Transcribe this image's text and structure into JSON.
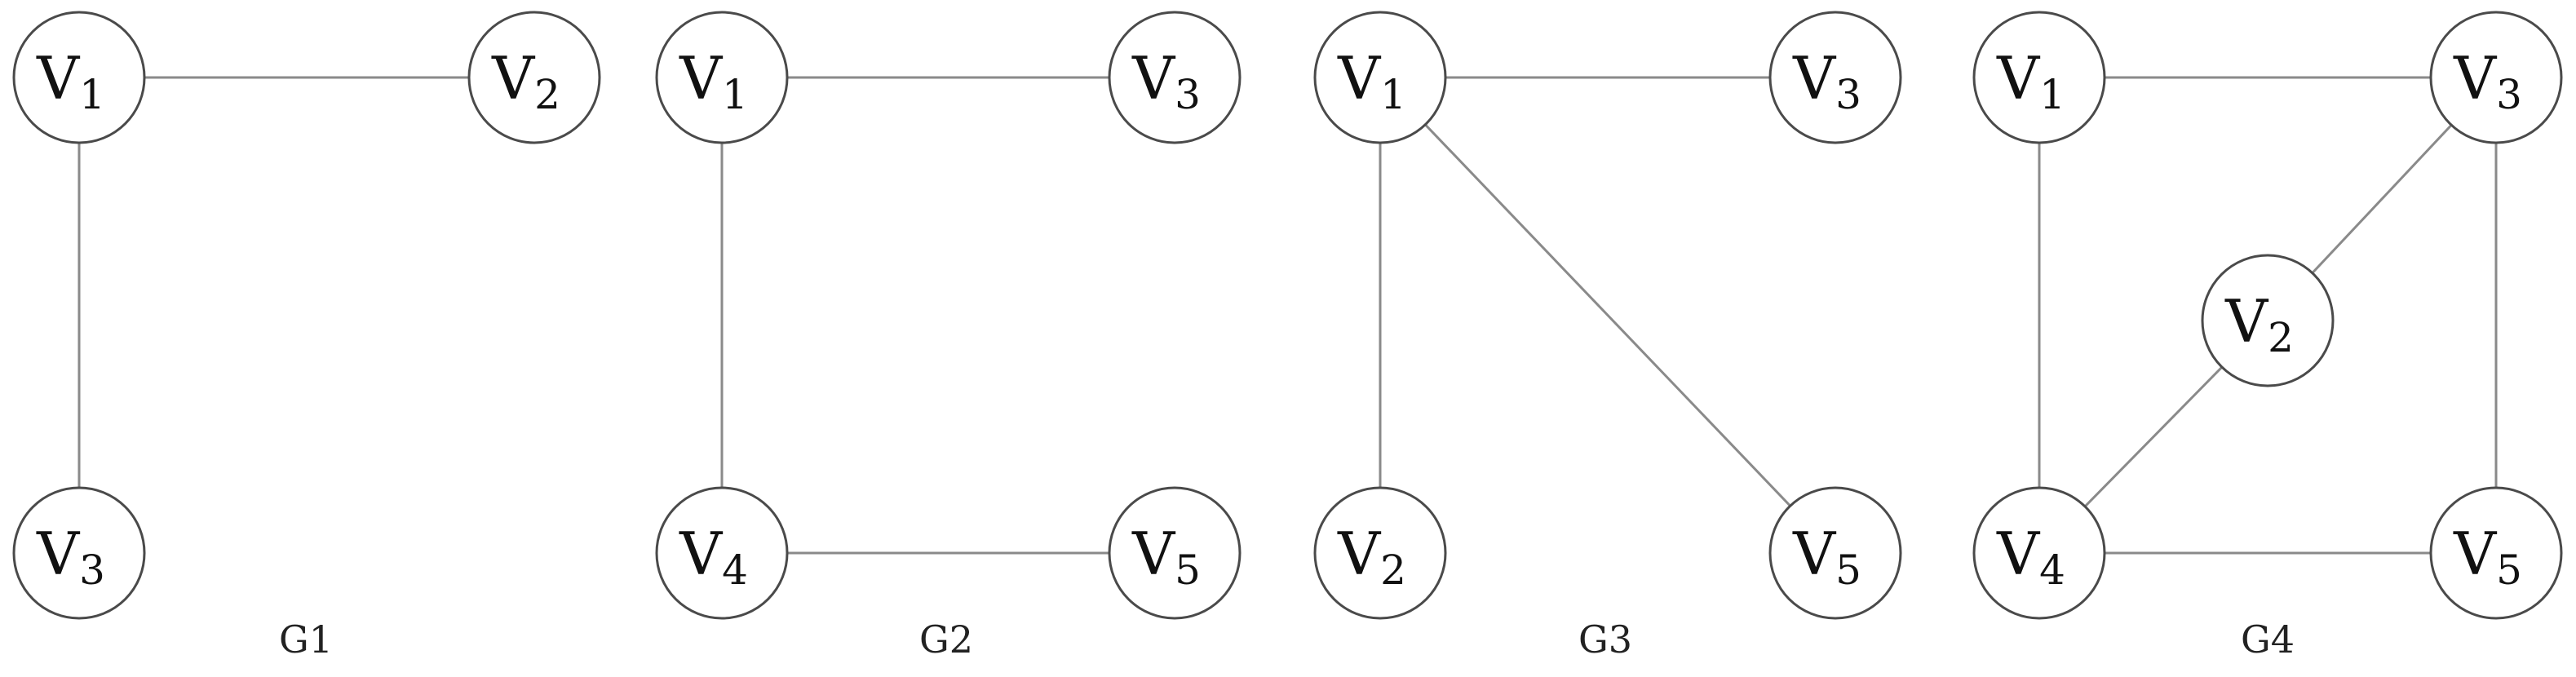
{
  "graphs": [
    {
      "id": "G1",
      "caption": "G1",
      "nodes": [
        {
          "id": "v1",
          "letter": "V",
          "sub": "1"
        },
        {
          "id": "v2",
          "letter": "V",
          "sub": "2"
        },
        {
          "id": "v3",
          "letter": "V",
          "sub": "3"
        }
      ],
      "edges": [
        [
          "v1",
          "v2"
        ],
        [
          "v1",
          "v3"
        ]
      ]
    },
    {
      "id": "G2",
      "caption": "G2",
      "nodes": [
        {
          "id": "v1",
          "letter": "V",
          "sub": "1"
        },
        {
          "id": "v3",
          "letter": "V",
          "sub": "3"
        },
        {
          "id": "v4",
          "letter": "V",
          "sub": "4"
        },
        {
          "id": "v5",
          "letter": "V",
          "sub": "5"
        }
      ],
      "edges": [
        [
          "v1",
          "v3"
        ],
        [
          "v1",
          "v4"
        ],
        [
          "v4",
          "v5"
        ]
      ]
    },
    {
      "id": "G3",
      "caption": "G3",
      "nodes": [
        {
          "id": "v1",
          "letter": "V",
          "sub": "1"
        },
        {
          "id": "v3",
          "letter": "V",
          "sub": "3"
        },
        {
          "id": "v2",
          "letter": "V",
          "sub": "2"
        },
        {
          "id": "v5",
          "letter": "V",
          "sub": "5"
        }
      ],
      "edges": [
        [
          "v1",
          "v3"
        ],
        [
          "v1",
          "v2"
        ],
        [
          "v1",
          "v5"
        ]
      ]
    },
    {
      "id": "G4",
      "caption": "G4",
      "nodes": [
        {
          "id": "v1",
          "letter": "V",
          "sub": "1"
        },
        {
          "id": "v3",
          "letter": "V",
          "sub": "3"
        },
        {
          "id": "v2",
          "letter": "V",
          "sub": "2"
        },
        {
          "id": "v4",
          "letter": "V",
          "sub": "4"
        },
        {
          "id": "v5",
          "letter": "V",
          "sub": "5"
        }
      ],
      "edges": [
        [
          "v1",
          "v3"
        ],
        [
          "v1",
          "v4"
        ],
        [
          "v3",
          "v2"
        ],
        [
          "v3",
          "v5"
        ],
        [
          "v2",
          "v4"
        ],
        [
          "v4",
          "v5"
        ]
      ]
    }
  ]
}
